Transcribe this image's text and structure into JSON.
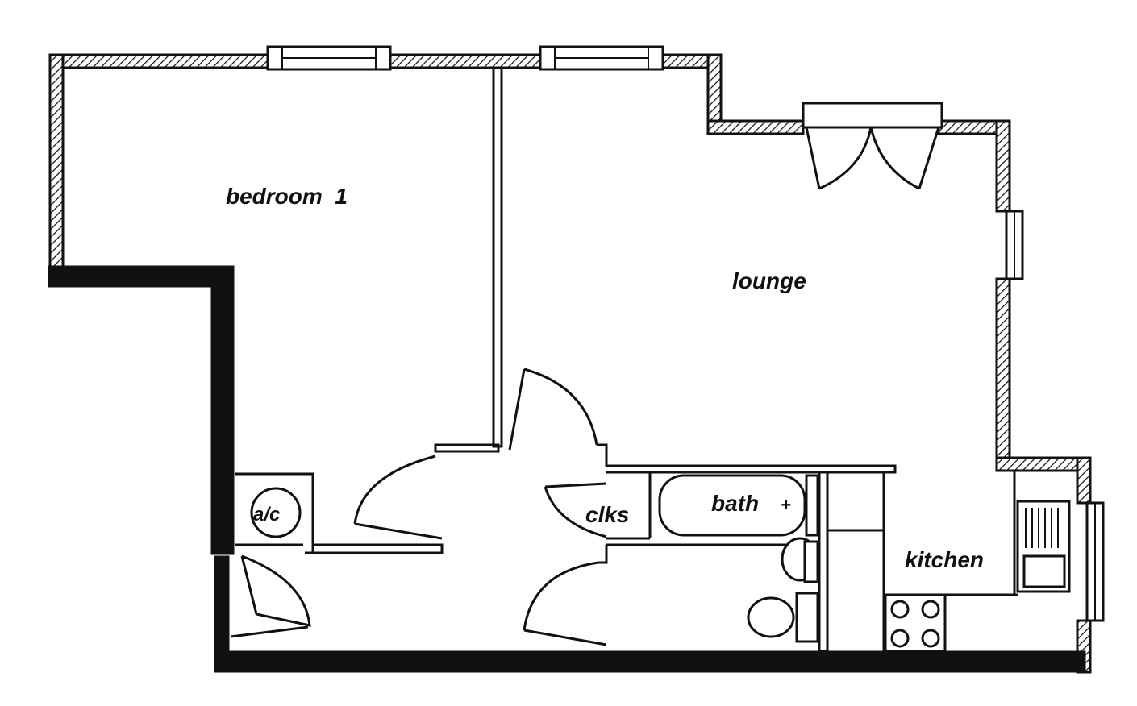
{
  "plan": {
    "rooms": {
      "bedroom": "bedroom  1",
      "lounge": "lounge",
      "clks": "clks",
      "bath": "bath",
      "kitchen": "kitchen",
      "ac": "a/c"
    }
  },
  "colors": {
    "line": "#111111",
    "background": "#ffffff"
  }
}
